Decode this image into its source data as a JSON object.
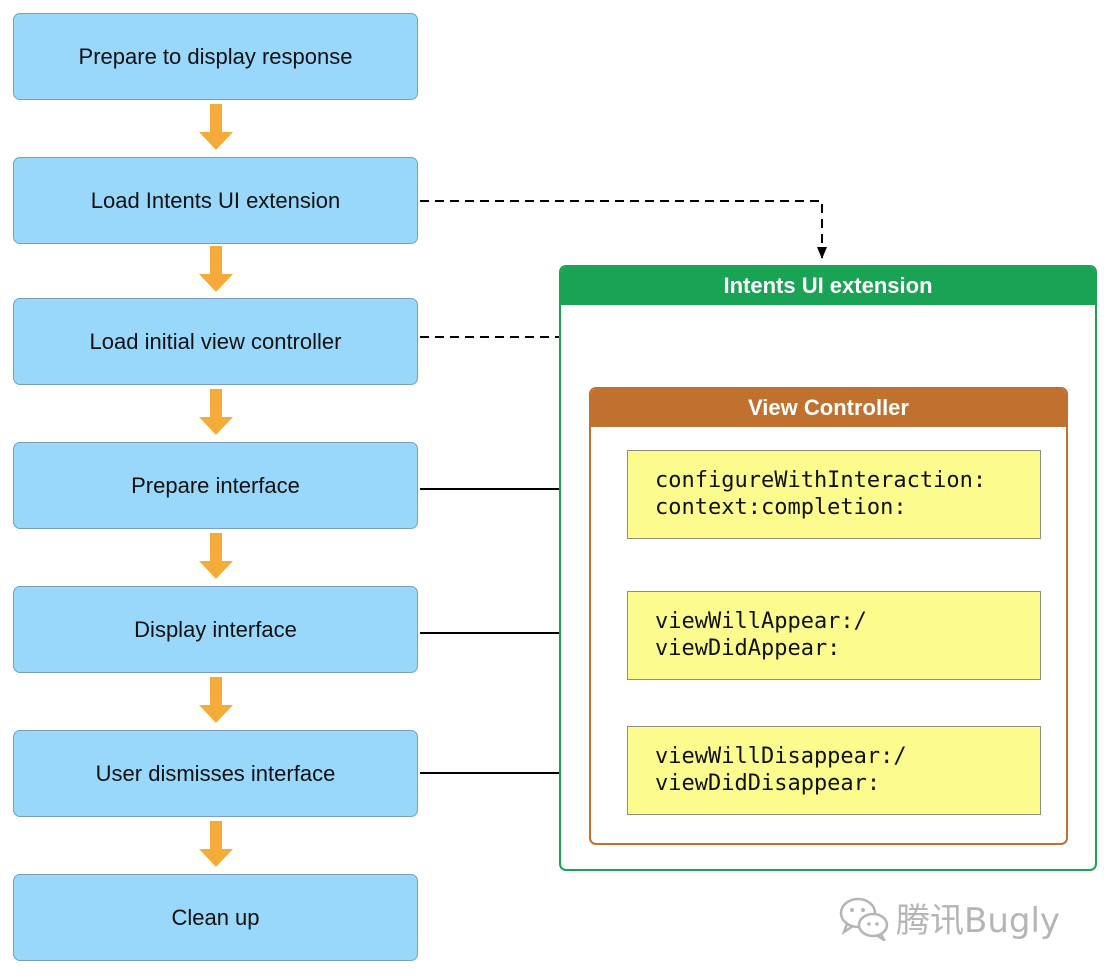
{
  "steps": [
    {
      "label": "Prepare to display response"
    },
    {
      "label": "Load Intents UI extension"
    },
    {
      "label": "Load initial view controller"
    },
    {
      "label": "Prepare interface"
    },
    {
      "label": "Display interface"
    },
    {
      "label": "User dismisses interface"
    },
    {
      "label": "Clean up"
    }
  ],
  "extension": {
    "title": "Intents UI extension"
  },
  "view_controller": {
    "title": "View Controller"
  },
  "methods": [
    {
      "lines": [
        "configureWithInteraction:",
        "context:completion:"
      ]
    },
    {
      "lines": [
        "viewWillAppear:/",
        "viewDidAppear:"
      ]
    },
    {
      "lines": [
        "viewWillDisappear:/",
        "viewDidDisappear:"
      ]
    }
  ],
  "watermark": {
    "text": "腾讯Bugly"
  },
  "colors": {
    "step_fill": "#99d8fb",
    "flow_arrow": "#f5ab3a",
    "extension_green": "#1aa354",
    "controller_brown": "#c0712f",
    "method_fill": "#fcfc8e"
  }
}
